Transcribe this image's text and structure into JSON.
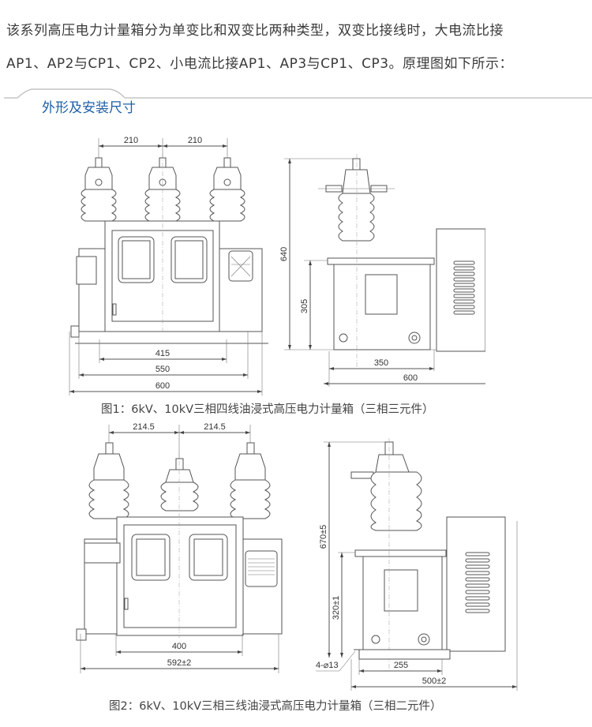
{
  "intro": {
    "line1": "该系列高压电力计量箱分为单变比和双变比两种类型，双变比接线时，大电流比接",
    "line2": "AP1、AP2与CP1、CP2、小电流比接AP1、AP3与CP1、CP3。原理图如下所示："
  },
  "section": {
    "title": "外形及安装尺寸",
    "accent_color": "#1f5fa8"
  },
  "figure1": {
    "caption": "图1：6kV、10kV三相四线油浸式高压电力计量箱（三相三元件）",
    "front": {
      "dim_top_left": "210",
      "dim_top_right": "210",
      "dim_415": "415",
      "dim_550": "550",
      "dim_600": "600"
    },
    "side": {
      "dim_height": "640",
      "dim_base_height": "305",
      "dim_350": "350",
      "dim_600": "600"
    }
  },
  "figure2": {
    "caption": "图2：6kV、10kV三相三线油浸式高压电力计量箱（三相二元件）",
    "front": {
      "dim_top_left": "214.5",
      "dim_top_right": "214.5",
      "dim_400": "400",
      "dim_592": "592±2"
    },
    "side": {
      "dim_height": "670±5",
      "dim_base_height": "320±1",
      "dim_hole": "4-⌀13",
      "dim_255": "255",
      "dim_500": "500±2"
    }
  }
}
